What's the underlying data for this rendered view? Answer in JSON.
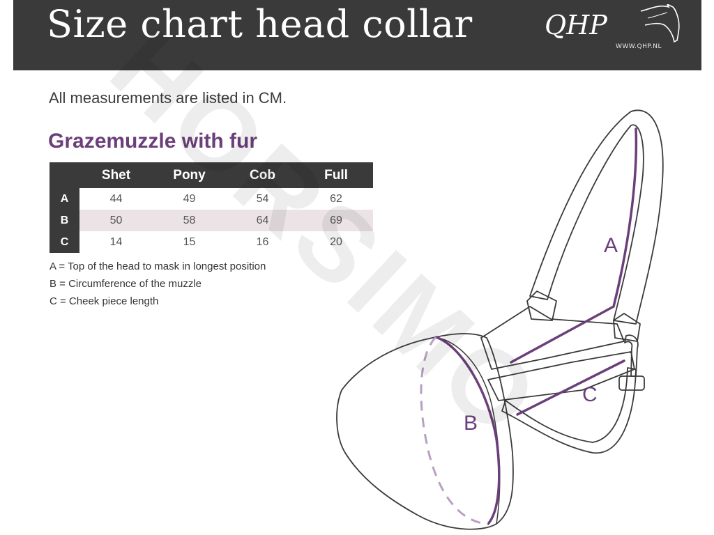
{
  "header": {
    "title": "Size chart head collar",
    "logo_text": "QHP",
    "logo_url": "WWW.QHP.NL"
  },
  "intro": "All measurements are listed in CM.",
  "product": {
    "title": "Grazemuzzle with fur"
  },
  "table": {
    "columns": [
      "Shet",
      "Pony",
      "Cob",
      "Full"
    ],
    "rows": [
      {
        "label": "A",
        "values": [
          "44",
          "49",
          "54",
          "62"
        ]
      },
      {
        "label": "B",
        "values": [
          "50",
          "58",
          "64",
          "69"
        ]
      },
      {
        "label": "C",
        "values": [
          "14",
          "15",
          "16",
          "20"
        ]
      }
    ]
  },
  "notes": [
    "A = Top of the head to mask in longest position",
    "B = Circumference of the muzzle",
    "C = Cheek piece length"
  ],
  "diagram": {
    "label_a": "A",
    "label_b": "B",
    "label_c": "C"
  },
  "watermark": "HORSIMO",
  "colors": {
    "header_bg": "#3a3a3a",
    "accent_purple": "#6b3f7a",
    "row_shade": "#ebe3e6",
    "outline": "#3a3a3a"
  }
}
